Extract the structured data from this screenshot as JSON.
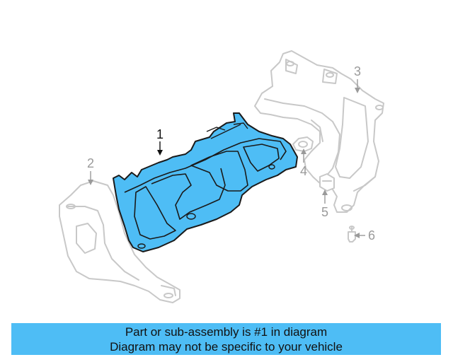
{
  "diagram": {
    "callouts": [
      {
        "number": "1",
        "highlighted": true
      },
      {
        "number": "2",
        "highlighted": false
      },
      {
        "number": "3",
        "highlighted": false
      },
      {
        "number": "4",
        "highlighted": false
      },
      {
        "number": "5",
        "highlighted": false
      },
      {
        "number": "6",
        "highlighted": false
      }
    ],
    "colors": {
      "highlight": "#4ebdf5",
      "outline": "#1a1a1a",
      "ghost": "#c8c8c8",
      "callout_gray": "#9a9a9a"
    }
  },
  "caption": {
    "line1": "Part or sub-assembly is #1 in diagram",
    "line2": "Diagram may not be specific to your vehicle",
    "background": "#4ebdf5"
  }
}
